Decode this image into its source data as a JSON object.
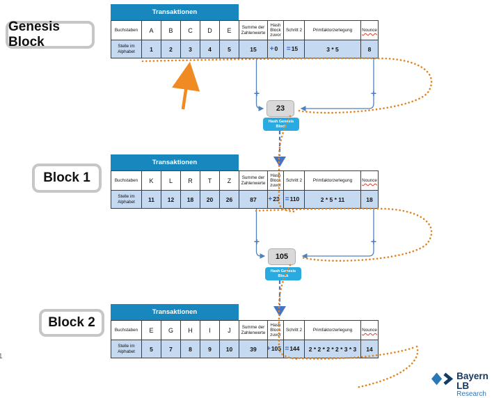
{
  "page": {
    "number": "1"
  },
  "colors": {
    "table_header_blue": "#1787be",
    "row_light_blue": "#c5d9f1",
    "orange_accent": "#e2821e",
    "connector_blue": "#4f81bd",
    "hash_caption_blue": "#29abe2",
    "brand_navy": "#16365c",
    "brand_blue": "#2e75b6"
  },
  "shared": {
    "transaktionen": "Transaktionen",
    "buchstaben": "Buchstaben",
    "stelle_im_alphabet": "Stelle im Alphabet",
    "col_summe": "Summe der Zahlenwerte",
    "col_hash": "Hash Block zuvor",
    "col_schritt": "Schritt 2",
    "col_prim": "Primfaktorzerlegung",
    "col_nounce": "Nounce",
    "plus": "+",
    "equals": "="
  },
  "blocks": [
    {
      "label": "Genesis Block",
      "letters": [
        "A",
        "B",
        "C",
        "D",
        "E"
      ],
      "positions": [
        "1",
        "2",
        "3",
        "4",
        "5"
      ],
      "summe": "15",
      "hash_zuvor": "0",
      "schritt2": "15",
      "primfaktor": "3 * 5",
      "nounce": "8",
      "hash_value": "23",
      "hash_caption": "Hash Genesis Block"
    },
    {
      "label": "Block 1",
      "letters": [
        "K",
        "L",
        "R",
        "T",
        "Z"
      ],
      "positions": [
        "11",
        "12",
        "18",
        "20",
        "26"
      ],
      "summe": "87",
      "hash_zuvor": "23",
      "schritt2": "110",
      "primfaktor": "2 * 5 * 11",
      "nounce": "18",
      "hash_value": "105",
      "hash_caption": "Hash Genesis Block"
    },
    {
      "label": "Block 2",
      "letters": [
        "E",
        "G",
        "H",
        "I",
        "J"
      ],
      "positions": [
        "5",
        "7",
        "8",
        "9",
        "10"
      ],
      "summe": "39",
      "hash_zuvor": "105",
      "schritt2": "144",
      "primfaktor": "2 * 2 * 2 * 2 * 3 * 3",
      "nounce": "14"
    }
  ],
  "logo": {
    "brand": "Bayern LB",
    "division": "Research"
  }
}
